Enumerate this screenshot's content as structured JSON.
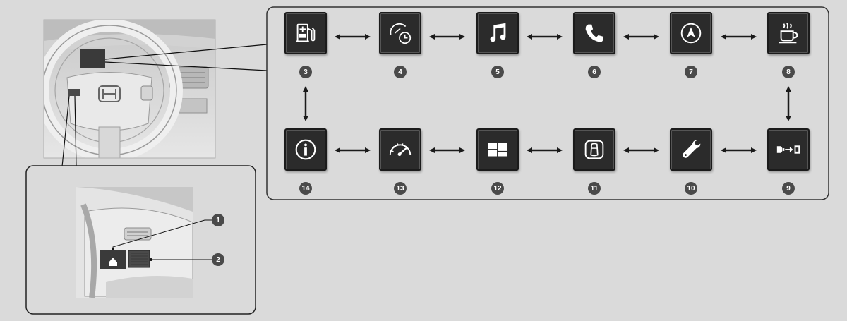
{
  "menu_items": [
    {
      "number": "3",
      "icon": "fuel-icon"
    },
    {
      "number": "4",
      "icon": "trip-timer-icon"
    },
    {
      "number": "5",
      "icon": "music-icon"
    },
    {
      "number": "6",
      "icon": "phone-icon"
    },
    {
      "number": "7",
      "icon": "navigation-icon"
    },
    {
      "number": "8",
      "icon": "coffee-cup-icon"
    },
    {
      "number": "9",
      "icon": "driver-assist-icon"
    },
    {
      "number": "10",
      "icon": "wrench-icon"
    },
    {
      "number": "11",
      "icon": "car-status-icon"
    },
    {
      "number": "12",
      "icon": "split-screen-icon"
    },
    {
      "number": "13",
      "icon": "speedometer-icon"
    },
    {
      "number": "14",
      "icon": "info-icon"
    }
  ],
  "callouts": [
    {
      "number": "1",
      "target": "home-button"
    },
    {
      "number": "2",
      "target": "scroll-selector-button"
    }
  ],
  "colors": {
    "background": "#dadada",
    "panel_border": "#333333",
    "tile": "#2b2b2b",
    "badge": "#4a4a4a",
    "arrow": "#1a1a1a"
  }
}
